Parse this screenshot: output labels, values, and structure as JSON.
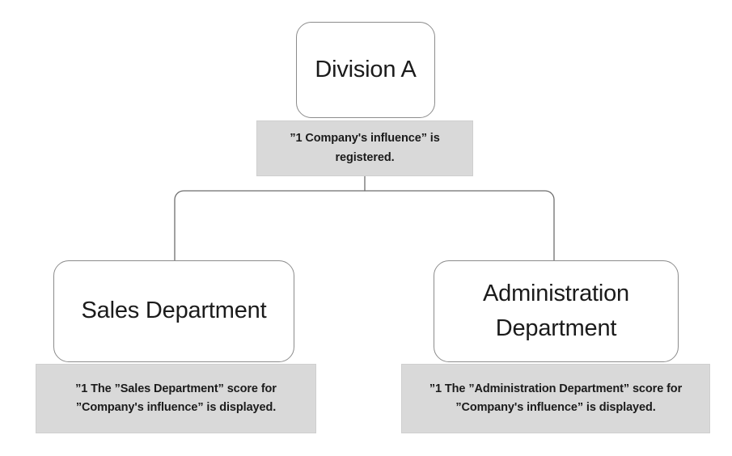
{
  "diagram": {
    "type": "org-chart",
    "orientation": "top-down",
    "colors": {
      "card_fill": "#ffffff",
      "card_border": "#8c8c8c",
      "note_fill": "#d9d9d9",
      "note_border": "#cfcfcf",
      "text": "#1b1b1b",
      "connector": "#6e6e6e"
    },
    "root": {
      "title": "Division A",
      "note": "”1 Company's influence” is registered."
    },
    "children": [
      {
        "title": "Sales Department",
        "note": "”1  The ”Sales Department” score for ”Company's influence” is displayed."
      },
      {
        "title": "Administration\nDepartment",
        "note": "”1  The ”Administration Department” score for ”Company's influence” is displayed."
      }
    ]
  }
}
